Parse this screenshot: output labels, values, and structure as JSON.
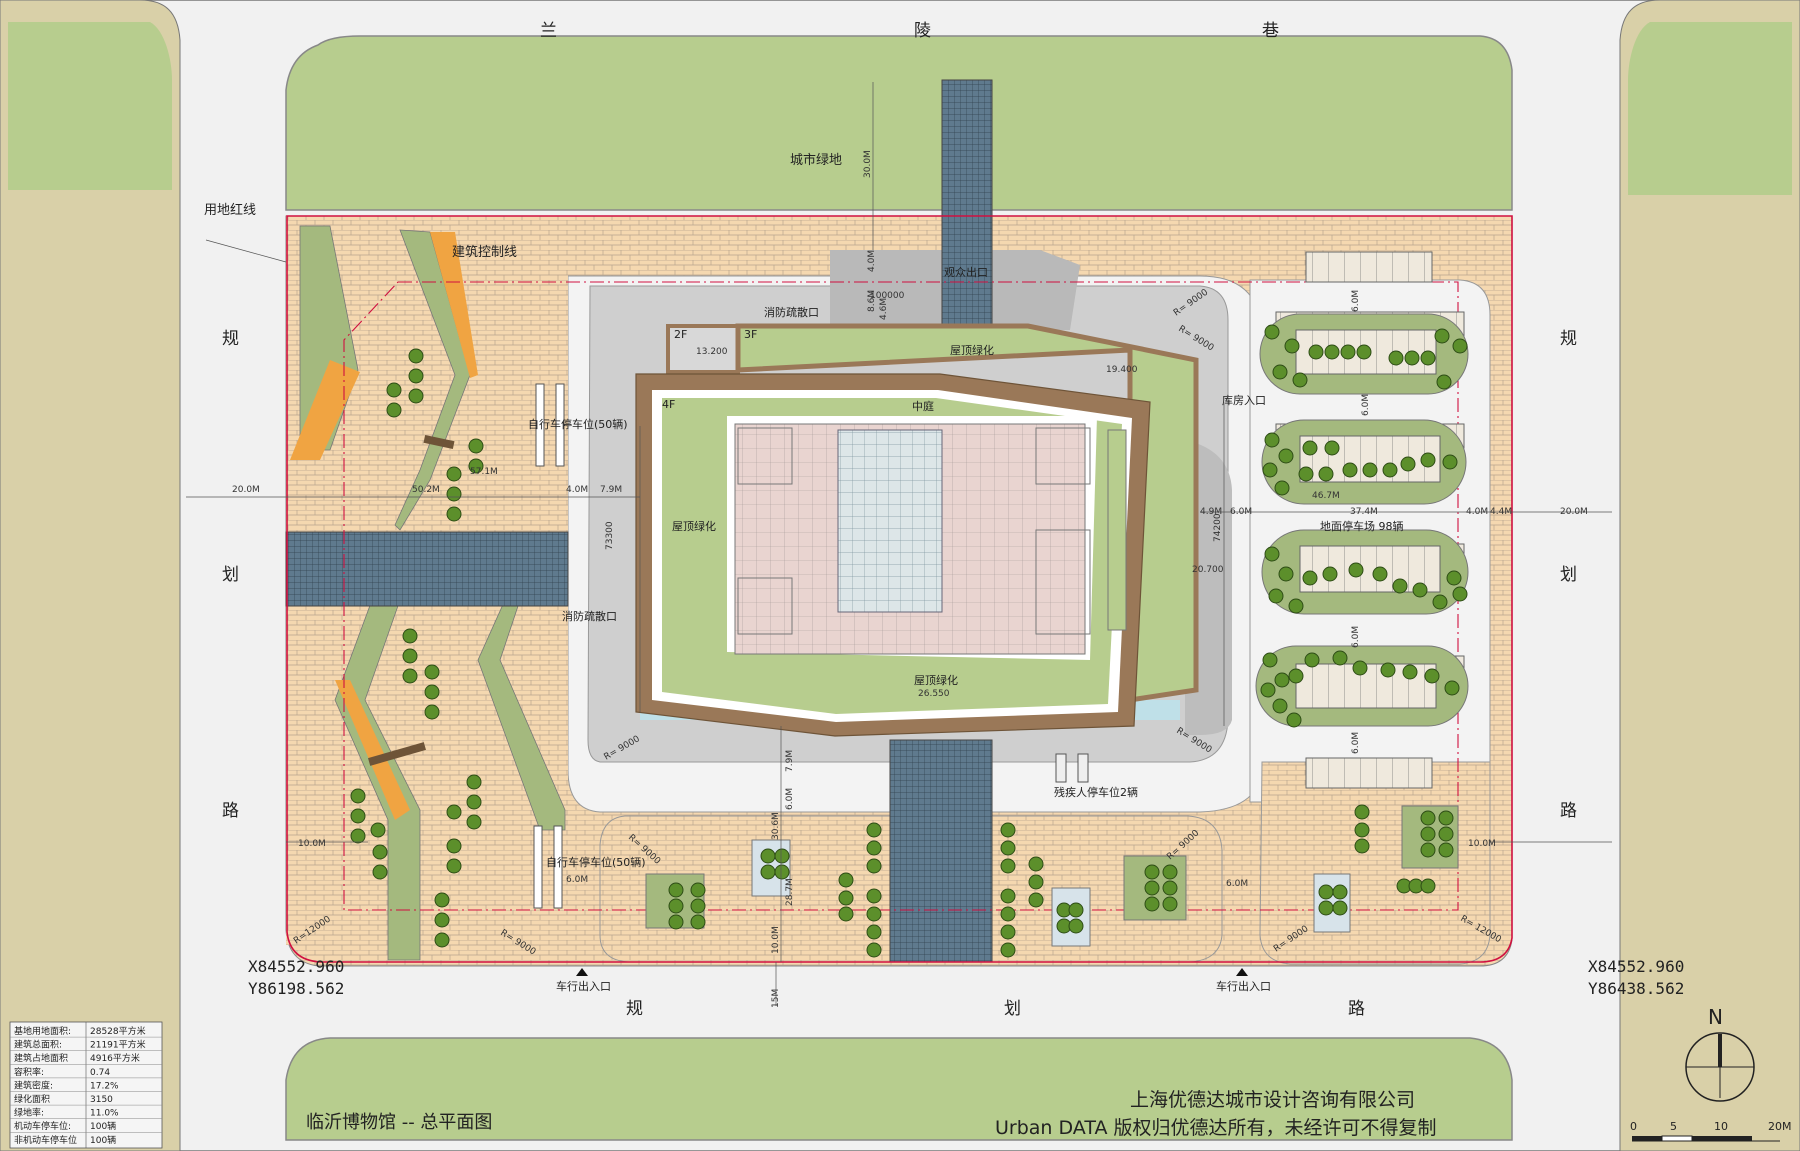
{
  "roads": {
    "top": [
      "兰",
      "陵",
      "巷"
    ],
    "left": [
      "规",
      "划",
      "路"
    ],
    "right": [
      "规",
      "划",
      "路"
    ],
    "bottom": [
      "规",
      "划",
      "路"
    ]
  },
  "labels": {
    "city_green": "城市绿地",
    "land_red_line": "用地红线",
    "build_control_line": "建筑控制线",
    "main_entrance": "观众出口",
    "fire_exit_top": "消防疏散口",
    "fire_exit_left": "消防疏散口",
    "floor_2f": "2F",
    "floor_3f": "3F",
    "floor_4f": "4F",
    "roof_green_top": "屋顶绿化",
    "roof_green_left": "屋顶绿化",
    "roof_green_bottom": "屋顶绿化",
    "courtyard": "中庭",
    "warehouse_entrance": "库房入口",
    "bike_parking_top": "自行车停车位(50辆)",
    "bike_parking_bottom": "自行车停车位(50辆)",
    "ground_parking": "地面停车场  98辆",
    "disabled_parking": "残疾人停车位2辆",
    "vehicle_entrance_left": "车行出入口",
    "vehicle_entrance_right": "车行出入口"
  },
  "elevations": {
    "e1": "13.200",
    "e2": "19.400",
    "e3": "20.700",
    "e4": "26.550"
  },
  "dimensions": {
    "d30m": "30.0M",
    "d20m_left": "20.0M",
    "d20m_right": "20.0M",
    "d50_2m": "50.2M",
    "d57_1m": "57.1M",
    "d4m_left": "4.0M",
    "d7_9m_left": "7.9M",
    "d73300": "73300",
    "d100000": "100000",
    "d4_9m": "4.9M",
    "d6m_right": "6.0M",
    "d37_4m": "37.4M",
    "d46_7m": "46.7M",
    "d4m_right": "4.0M",
    "d4_4m": "4.4M",
    "d74200": "74200",
    "d6m_p1": "6.0M",
    "d6m_p2": "6.0M",
    "d6m_p3": "6.0M",
    "d6m_p4": "6.0M",
    "d10m_left": "10.0M",
    "d10m_right": "10.0M",
    "d6m_bl": "6.0M",
    "d6m_br": "6.0M",
    "d7_9m_b": "7.9M",
    "d6m_b": "6.0M",
    "d30_6m": "30.6M",
    "d28_7m": "28.7M",
    "d10m_b": "10.0M",
    "d15m": "15M",
    "d4m_top": "4.0M",
    "d8_6m": "8.6M",
    "d4_6m": "4.6M",
    "r1": "R= 9000",
    "r2": "R= 9000",
    "r3": "R= 9000",
    "r4": "R= 9000",
    "r5": "R= 9000",
    "r6": "R= 9000",
    "r7": "R= 9000",
    "r8": "R= 9000",
    "r9": "R=12000",
    "r10": "R= 12000"
  },
  "coordinates": {
    "left_x": "X84552.960",
    "left_y": "Y86198.562",
    "right_x": "X84552.960",
    "right_y": "Y86438.562"
  },
  "stats": [
    {
      "label": "基地用地面积:",
      "value": "28528平方米"
    },
    {
      "label": "建筑总面积:",
      "value": "21191平方米"
    },
    {
      "label": "建筑占地面积",
      "value": "4916平方米"
    },
    {
      "label": "容积率:",
      "value": "0.74"
    },
    {
      "label": "建筑密度:",
      "value": "17.2%"
    },
    {
      "label": "绿化面积",
      "value": "3150"
    },
    {
      "label": "绿地率:",
      "value": "11.0%"
    },
    {
      "label": "机动车停车位:",
      "value": "100辆"
    },
    {
      "label": "非机动车停车位",
      "value": "100辆"
    }
  ],
  "title": "临沂博物馆 -- 总平面图",
  "company": {
    "line1": "上海优德达城市设计咨询有限公司",
    "line2": "Urban DATA 版权归优德达所有，未经许可不得复制"
  },
  "north": {
    "letter": "N",
    "scale_labels": [
      "0",
      "5",
      "10",
      "20M"
    ]
  },
  "colors": {
    "green": "#b7cd8e",
    "paving": "#f5d8b0",
    "road": "#eeeeee",
    "building_frame": "#9a7858",
    "red_line": "#d01040",
    "pavement_grey": "#cfcfcf"
  }
}
